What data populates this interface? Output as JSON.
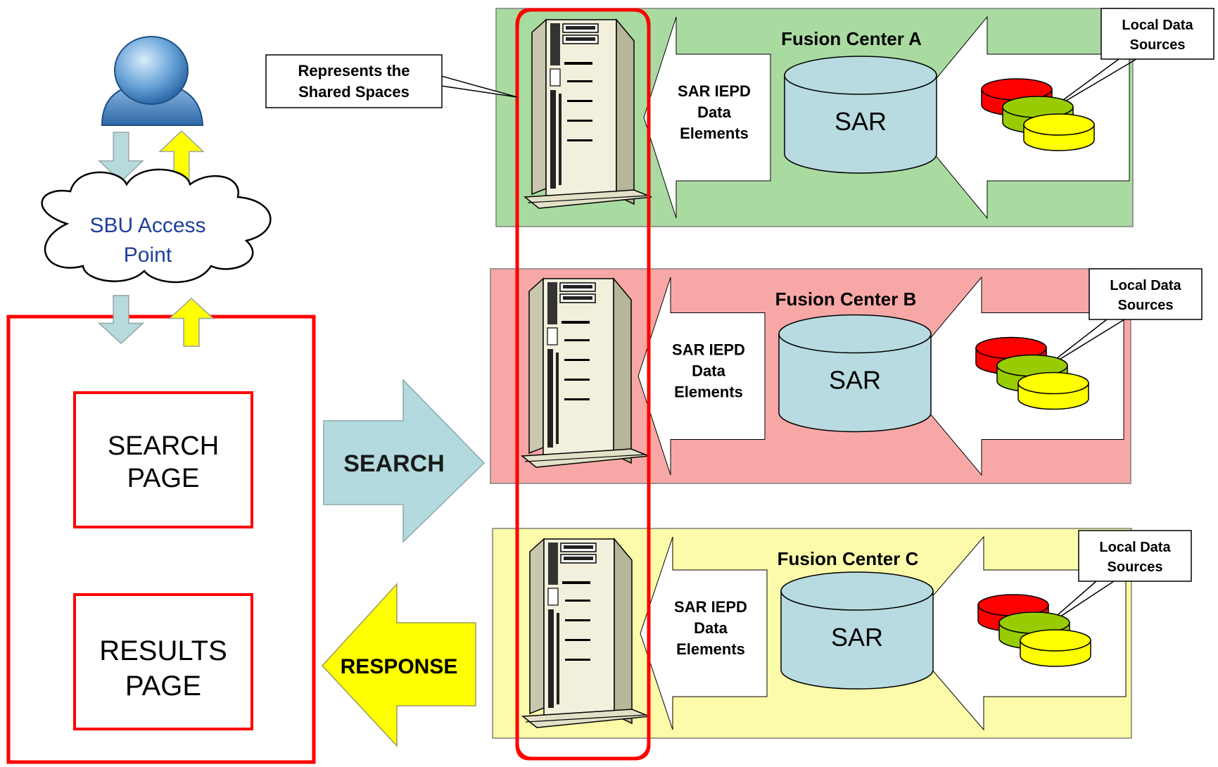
{
  "user": {
    "icon": "person-icon"
  },
  "access_point": {
    "line1": "SBU Access",
    "line2": "Point"
  },
  "portal": {
    "search_page": {
      "line1": "SEARCH",
      "line2": "PAGE"
    },
    "results_page": {
      "line1": "RESULTS",
      "line2": "PAGE"
    }
  },
  "flows": {
    "search_label": "SEARCH",
    "response_label": "RESPONSE"
  },
  "callout": {
    "line1": "Represents the",
    "line2": "Shared Spaces"
  },
  "centers": [
    {
      "title": "Fusion Center A",
      "color": "#a9dba1",
      "iepd": {
        "line1": "SAR IEPD",
        "line2": "Data",
        "line3": "Elements"
      },
      "db_label": "SAR",
      "local": {
        "line1": "Local Data",
        "line2": "Sources"
      }
    },
    {
      "title": "Fusion Center B",
      "color": "#f7a8a6",
      "iepd": {
        "line1": "SAR IEPD",
        "line2": "Data",
        "line3": "Elements"
      },
      "db_label": "SAR",
      "local": {
        "line1": "Local Data",
        "line2": "Sources"
      }
    },
    {
      "title": "Fusion Center C",
      "color": "#fbfba9",
      "iepd": {
        "line1": "SAR IEPD",
        "line2": "Data",
        "line3": "Elements"
      },
      "db_label": "SAR",
      "local": {
        "line1": "Local Data",
        "line2": "Sources"
      }
    }
  ],
  "colors": {
    "down_arrow": "#b7dadd",
    "up_arrow": "#ffff00",
    "search_arrow": "#b3dbdf",
    "response_arrow": "#ffff00",
    "accent_red": "#ff0000",
    "db_fill": "#b7dbe0",
    "source_red": "#ff0000",
    "source_green": "#99cc00",
    "source_yellow": "#ffff00"
  }
}
